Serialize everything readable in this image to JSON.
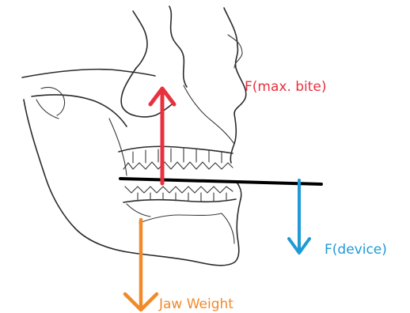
{
  "forces": {
    "max_bite": {
      "label": "F(max. bite)",
      "color": "#e8313f",
      "direction": "up"
    },
    "device": {
      "label": "F(device)",
      "color": "#1f9ad6",
      "direction": "down"
    },
    "jaw_weight": {
      "label": "Jaw Weight",
      "color": "#f08a2a",
      "direction": "down"
    }
  },
  "lever_color": "#000000"
}
